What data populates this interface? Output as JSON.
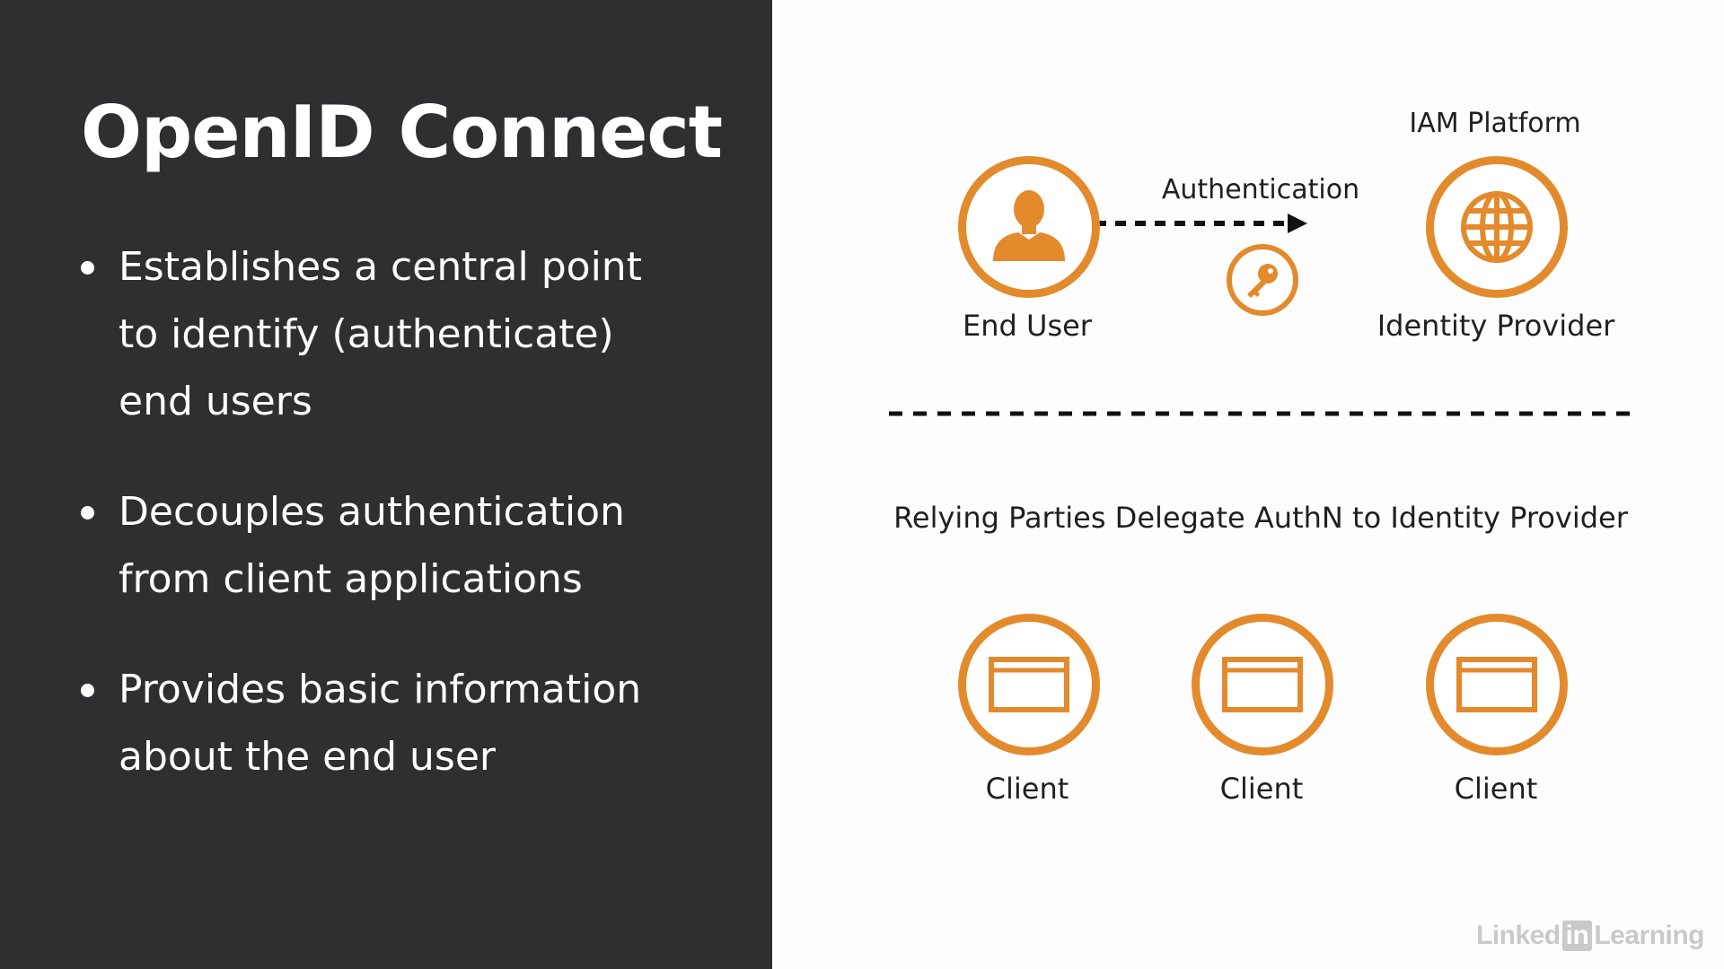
{
  "slide": {
    "title": "OpenID Connect",
    "bullets": [
      {
        "text": "Establishes a central point\nto identify (authenticate)\nend users"
      },
      {
        "text": "Decouples authentication\nfrom client applications"
      },
      {
        "text": "Provides basic information\nabout the end user"
      }
    ]
  },
  "diagram": {
    "platform_label": "IAM Platform",
    "flow_label": "Authentication",
    "end_user": {
      "label": "End User",
      "icon": "user-icon"
    },
    "identity_provider": {
      "label": "Identity Provider",
      "icon": "globe-icon"
    },
    "token": {
      "icon": "key-icon"
    },
    "section_caption": "Relying Parties Delegate AuthN to Identity Provider",
    "clients": [
      {
        "label": "Client",
        "icon": "browser-window-icon"
      },
      {
        "label": "Client",
        "icon": "browser-window-icon"
      },
      {
        "label": "Client",
        "icon": "browser-window-icon"
      }
    ],
    "accent_color": "#e38a2c"
  },
  "watermark": {
    "brand_left": "Linked",
    "brand_box": "in",
    "brand_right": "Learning"
  }
}
